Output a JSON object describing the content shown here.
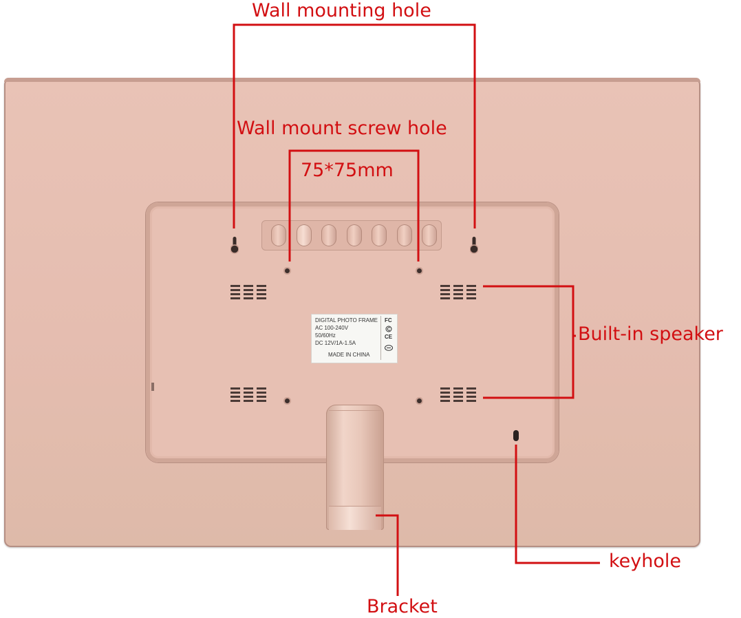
{
  "callouts": {
    "wall_mounting_hole": "Wall mounting hole",
    "wall_mount_screw_hole": "Wall mount screw hole",
    "vesa_size": "75*75mm",
    "built_in_speaker": "Built-in speaker",
    "keyhole": "keyhole",
    "bracket": "Bracket"
  },
  "sticker": {
    "line1": "DIGITAL PHOTO FRAME",
    "line2": "AC 100-240V",
    "line3": "50/60Hz",
    "line4": "DC 12V/1A-1.5A",
    "line5": "MADE IN CHINA",
    "mark_fc": "FC",
    "mark_ce": "CE"
  },
  "colors": {
    "callout_red": "#d20f12",
    "frame_rose_gold": "#e5bdb0"
  }
}
